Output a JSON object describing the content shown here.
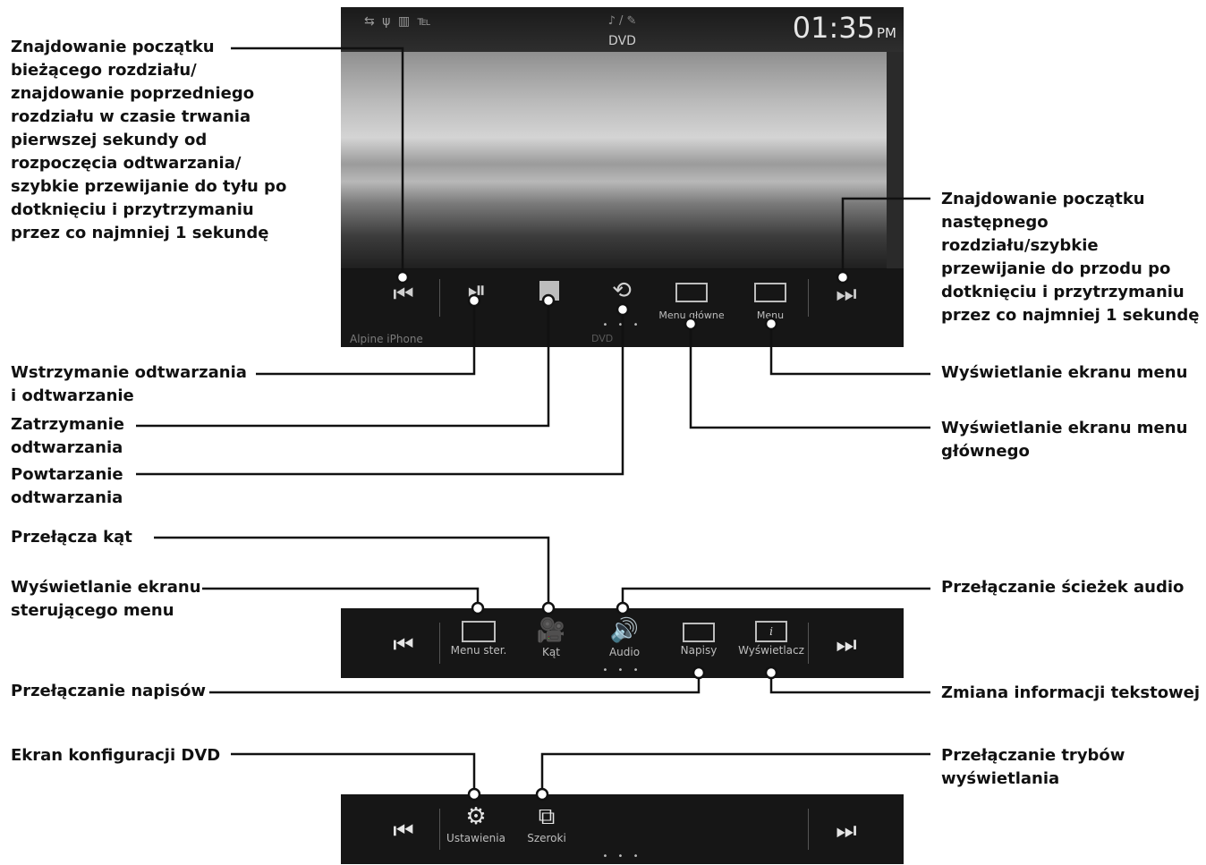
{
  "screen": {
    "status_icons": "⇆ ψ ▥ ℡",
    "volume": "♪ / ✎",
    "source": "DVD",
    "clock_time": "01:35",
    "clock_ampm": "PM",
    "footer_left": "Alpine iPhone",
    "footer_mid": "DVD",
    "dots": "• • •",
    "main_menu_label": "Menu główne",
    "menu_label": "Menu"
  },
  "bar2": {
    "menu_ster": "Menu ster.",
    "kat": "Kąt",
    "audio": "Audio",
    "napisy": "Napisy",
    "wyswietlacz": "Wyświetlacz",
    "dots": "• • •"
  },
  "bar3": {
    "ustawienia": "Ustawienia",
    "szeroki": "Szeroki",
    "dots": "• • •"
  },
  "labels": {
    "prev_chapter": "Znajdowanie początku\nbieżącego rozdziału/\nznajdowanie poprzedniego\nrozdziału w czasie trwania\npierwszej sekundy od\nrozpoczęcia odtwarzania/\nszybkie przewijanie do tyłu po\ndotknięciu i przytrzymaniu\nprzez co najmniej 1 sekundę",
    "next_chapter": "Znajdowanie początku\nnastępnego rozdziału/szybkie\nprzewijanie do przodu po\ndotknięciu i przytrzymaniu\nprzez co najmniej 1 sekundę",
    "pause_play": "Wstrzymanie odtwarzania\ni odtwarzanie",
    "stop": "Zatrzymanie\nodtwarzania",
    "repeat": "Powtarzanie\nodtwarzania",
    "menu_screen": "Wyświetlanie ekranu menu",
    "main_menu_screen": "Wyświetlanie ekranu menu\ngłównego",
    "angle": "Przełącza kąt",
    "control_menu": "Wyświetlanie ekranu\nsterującego menu",
    "audio_tracks": "Przełączanie ścieżek audio",
    "subtitles": "Przełączanie napisów",
    "text_info": "Zmiana informacji tekstowej",
    "dvd_config": "Ekran konfiguracji DVD",
    "display_modes": "Przełączanie trybów\nwyświetlania"
  }
}
